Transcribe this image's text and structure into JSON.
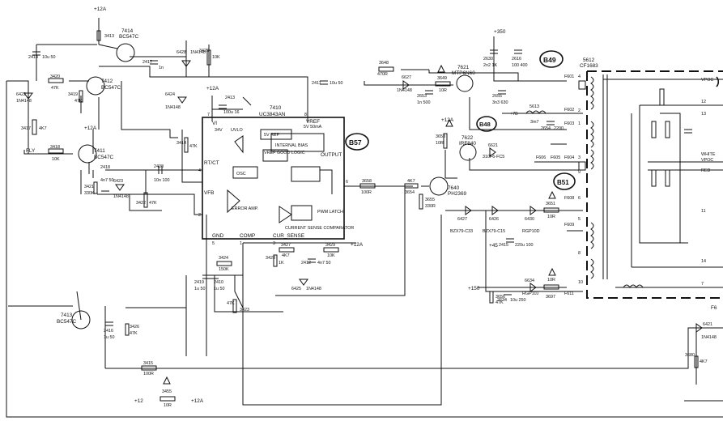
{
  "ic": {
    "ref": "7410",
    "part": "UC3843AN",
    "pins": {
      "vi": "VI",
      "vref": "VREF",
      "rt": "RT/CT",
      "vfb": "VFB",
      "gnd": "GND",
      "comp": "COMP",
      "cursense": "CUR_SENSE",
      "output": "OUTPUT"
    },
    "pin_numbers": {
      "rt": "4",
      "vfb": "2",
      "gnd": "5",
      "comp": "1",
      "cursense": "3",
      "output": "6",
      "vi": "7",
      "vref": "8"
    },
    "blocks": {
      "osc": "OSC",
      "vref_good": "VREF GOOD LOGIC",
      "internal_bias": "INTERNAL BIAS",
      "error_amp": "ERROR AMP.",
      "pwm_latch": "PWM LATCH",
      "current_sense_comparator": "CURRENT SENSE COMPARATOR",
      "ref_5v": "5V REF",
      "ref_5v_50ma": "5V 50mA",
      "uvlo": "UVLO",
      "v34": "34V"
    }
  },
  "bubbles": [
    {
      "text": "B57"
    },
    {
      "text": "B49"
    },
    {
      "text": "B48"
    },
    {
      "text": "B51"
    }
  ],
  "supplies": {
    "plus12a": "+12A",
    "plus12": "+12",
    "plus350": "+350",
    "plus45": "+45",
    "plus150": "+150",
    "fly": "FLY"
  },
  "transistors": [
    {
      "ref": "7414",
      "type": "BC547C"
    },
    {
      "ref": "7412",
      "type": "BC547C"
    },
    {
      "ref": "7411",
      "type": "BC547C"
    },
    {
      "ref": "7413",
      "type": "BC547C"
    },
    {
      "ref": "7621",
      "type": "MTP6N60"
    },
    {
      "ref": "7622",
      "type": "IRF840"
    },
    {
      "ref": "7640",
      "type": "PH2369"
    }
  ],
  "transformer": {
    "ref": "5612",
    "type": "CF1683",
    "pins": [
      "4",
      "2",
      "1",
      "3",
      "9",
      "6",
      "5",
      "8",
      "10",
      "11",
      "12",
      "13",
      "14",
      "7"
    ]
  },
  "resistors": [
    {
      "ref": "3413",
      "value": ""
    },
    {
      "ref": "3420",
      "value": "47K"
    },
    {
      "ref": "3419",
      "value": "47K"
    },
    {
      "ref": "3417",
      "value": "4K7"
    },
    {
      "ref": "3418",
      "value": "10K"
    },
    {
      "ref": "3425",
      "value": "10K"
    },
    {
      "ref": "3414",
      "value": "47K"
    },
    {
      "ref": "3421",
      "value": "330K"
    },
    {
      "ref": "3422",
      "value": "47K"
    },
    {
      "ref": "3648",
      "value": "470R"
    },
    {
      "ref": "3649",
      "value": "10R"
    },
    {
      "ref": "3658",
      "value": "100R"
    },
    {
      "ref": "3654",
      "value": "4K7"
    },
    {
      "ref": "3653",
      "value": "10R"
    },
    {
      "ref": "3655",
      "value": "330R"
    },
    {
      "ref": "3427",
      "value": "4K7"
    },
    {
      "ref": "3429",
      "value": "10K"
    },
    {
      "ref": "3428",
      "value": "1K"
    },
    {
      "ref": "3424",
      "value": "150K"
    },
    {
      "ref": "3423",
      "value": "47K"
    },
    {
      "ref": "3426",
      "value": "47K"
    },
    {
      "ref": "3415",
      "value": "100R"
    },
    {
      "ref": "3455",
      "value": "10R"
    },
    {
      "ref": "3651",
      "value": "10R"
    },
    {
      "ref": "3656",
      "value": "47K"
    },
    {
      "ref": "3697",
      "value": "10R"
    },
    {
      "ref": "3680",
      "value": "4K7"
    }
  ],
  "capacitors": [
    {
      "ref": "2414",
      "value": "10u 50"
    },
    {
      "ref": "2417",
      "value": "1n"
    },
    {
      "ref": "2413",
      "value": "100u 16"
    },
    {
      "ref": "2411",
      "value": "10u 50"
    },
    {
      "ref": "2418",
      "value": "4n7 50"
    },
    {
      "ref": "2408",
      "value": "10n 100"
    },
    {
      "ref": "2412",
      "value": "4n7 50"
    },
    {
      "ref": "2419",
      "value": "1u 50"
    },
    {
      "ref": "2410",
      "value": "1u 50"
    },
    {
      "ref": "2416",
      "value": "1u 50"
    },
    {
      "ref": "2630",
      "value": "2n2 1K"
    },
    {
      "ref": "2616",
      "value": "100 400"
    },
    {
      "ref": "2653",
      "value": "1n 500"
    },
    {
      "ref": "2655",
      "value": "3n3 630"
    },
    {
      "ref": "2654",
      "value": "2200"
    },
    {
      "ref": "2415",
      "value": "220u 100"
    },
    {
      "ref": "2634",
      "value": "10u 250"
    }
  ],
  "diodes": [
    {
      "ref": "6428",
      "type": "1N4148"
    },
    {
      "ref": "6422",
      "type": "1N4148"
    },
    {
      "ref": "6423",
      "type": "1N4148"
    },
    {
      "ref": "6424",
      "type": "1N4148"
    },
    {
      "ref": "6627",
      "type": "1N4148"
    },
    {
      "ref": "6621",
      "type": "310F6-FC5"
    },
    {
      "ref": "6427",
      "type": "BZX79-C33"
    },
    {
      "ref": "6426",
      "type": "BZX79-C15"
    },
    {
      "ref": "6430",
      "type": "RGP10D"
    },
    {
      "ref": "6634",
      "type": "RGP10J"
    },
    {
      "ref": "6425",
      "type": "1N4148"
    },
    {
      "ref": "6421",
      "type": "1N4148"
    }
  ],
  "inductors": [
    {
      "ref": "5613",
      "value": "3m7"
    }
  ],
  "nodes": {
    "f601": "F601",
    "f602": "F602",
    "f603": "F603",
    "f606": "F606",
    "f605": "F605",
    "f604": "F604",
    "f608": "F608",
    "f609": "F609",
    "f611": "F611"
  },
  "misc": {
    "kv18": "+7B",
    "v_loads": [
      "VPOC",
      "WHITE",
      "VPOC",
      "RED"
    ],
    "f_right": "F6"
  }
}
